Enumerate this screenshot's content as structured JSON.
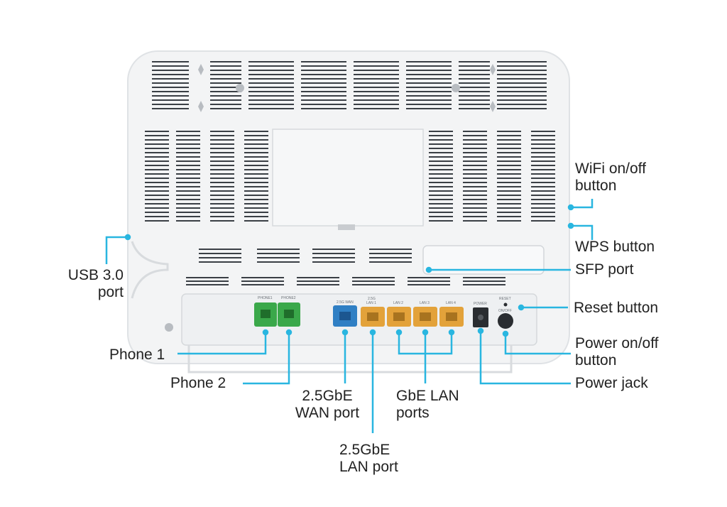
{
  "colors": {
    "callout_line": "#29b6e0",
    "body": "#f3f4f5",
    "body_edge": "#dfe2e5",
    "vent": "#3a3f45",
    "phone_port": "#3aa84a",
    "wan_port": "#2f7fc4",
    "lan_port": "#e3a23a"
  },
  "device_labels": {
    "phone1": "PHONE1",
    "phone2": "PHONE2",
    "wan": "2.5G WAN",
    "lan1": "LAN 1",
    "lan1_top": "2.5G",
    "lan2": "LAN 2",
    "lan3": "LAN 3",
    "lan4": "LAN 4",
    "power": "POWER",
    "reset": "RESET",
    "onoff": "ON/OFF"
  },
  "callouts": {
    "wifi": [
      "WiFi on/off",
      "button"
    ],
    "wps": [
      "WPS button"
    ],
    "sfp": [
      "SFP port"
    ],
    "usb": [
      "USB 3.0",
      "port"
    ],
    "reset": [
      "Reset button"
    ],
    "power_onoff": [
      "Power on/off",
      "button"
    ],
    "power_jack": [
      "Power jack"
    ],
    "phone1": [
      "Phone 1"
    ],
    "phone2": [
      "Phone 2"
    ],
    "wan": [
      "2.5GbE",
      "WAN port"
    ],
    "gbe_lan": [
      "GbE LAN",
      "ports"
    ],
    "lan25": [
      "2.5GbE",
      "LAN port"
    ]
  }
}
